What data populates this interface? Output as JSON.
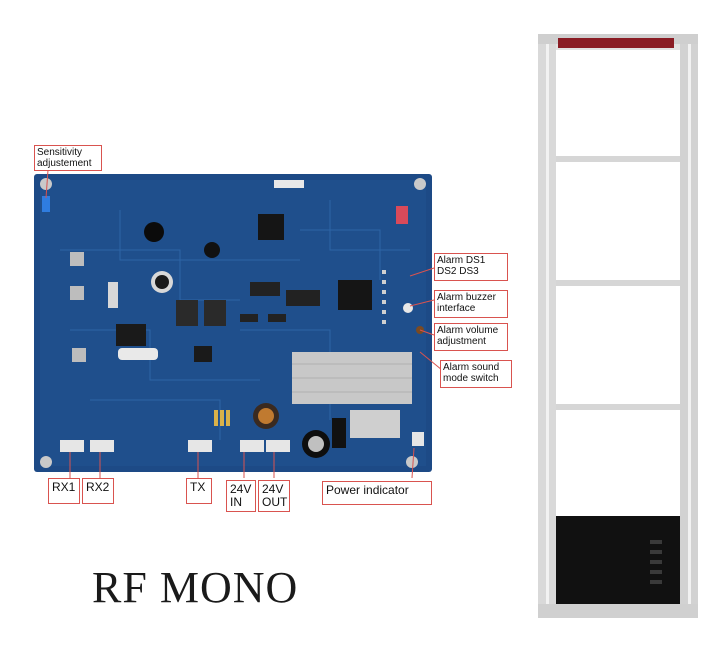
{
  "title": "RF MONO",
  "colors": {
    "pcb": "#1d4a86",
    "pcb_dark": "#173e72",
    "callout_border": "#d9534f",
    "antenna_frame": "#d6d6d6",
    "antenna_top": "#8a1c24",
    "antenna_base": "#111111"
  },
  "callouts": {
    "sensitivity": "Sensitivity adjustement",
    "alarm_ds": "Alarm DS1 DS2 DS3",
    "buzzer": "Alarm buzzer interface",
    "volume": "Alarm volume adjustment",
    "sound_mode": "Alarm sound mode switch",
    "rx1": "RX1",
    "rx2": "RX2",
    "tx": "TX",
    "in24": "24V IN",
    "out24": "24V OUT",
    "power": "Power indicator"
  }
}
